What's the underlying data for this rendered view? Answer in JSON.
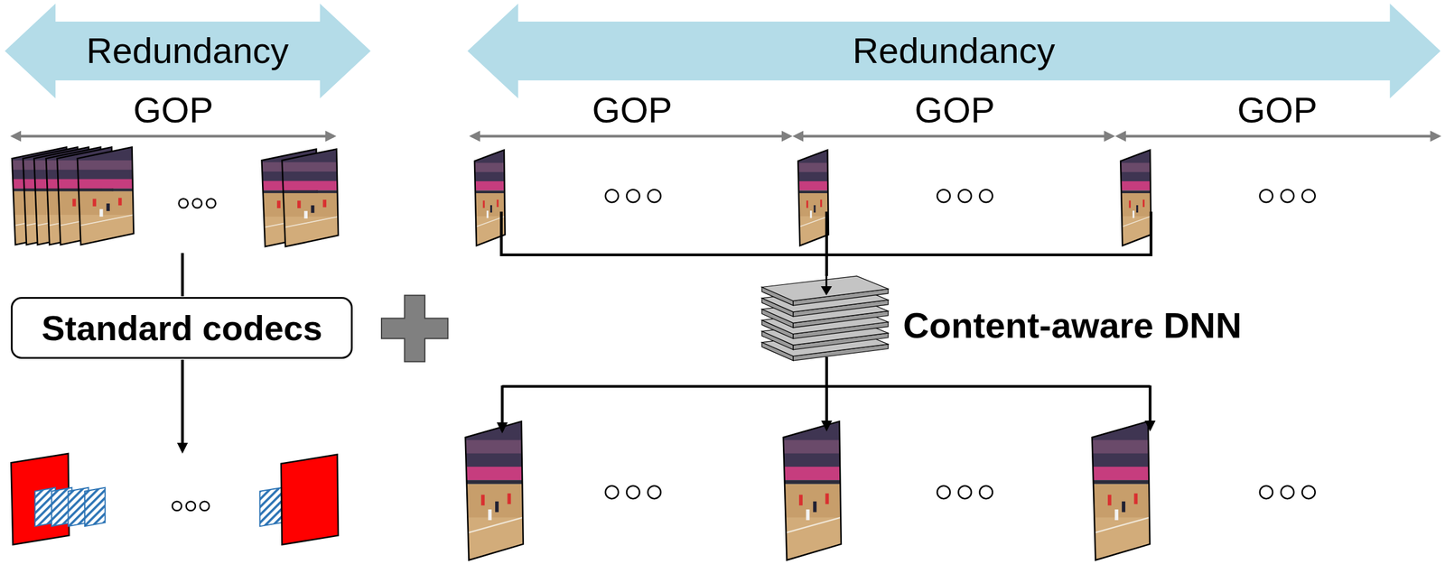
{
  "diagram": {
    "nodes": [
      {
        "text": [
          "Redundancy"
        ]
      },
      {
        "text": [
          "Redundancy"
        ]
      },
      {
        "text": [
          "Standard codecs"
        ]
      },
      {
        "text": [
          "Content-aware DNN"
        ]
      }
    ],
    "labels": [
      "GOP",
      "GOP",
      "GOP",
      "GOP"
    ]
  }
}
